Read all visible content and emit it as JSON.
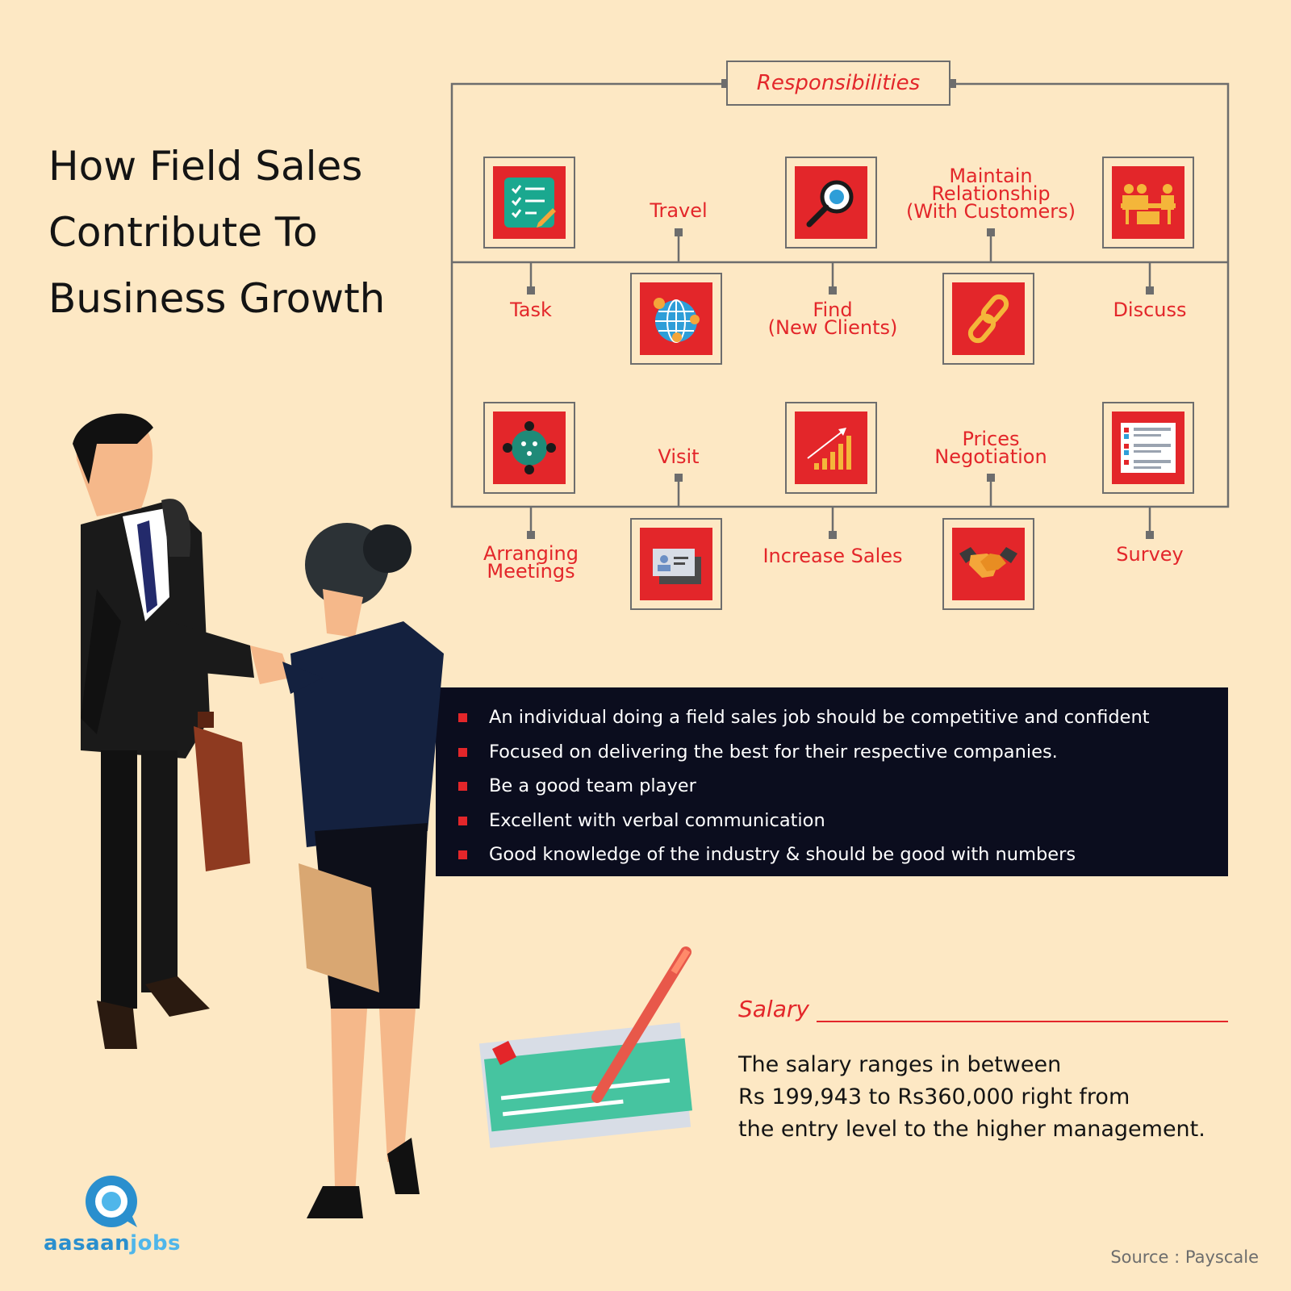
{
  "title": {
    "line1": "How Field Sales",
    "line2": "Contribute To",
    "line3": "Business Growth"
  },
  "diagram": {
    "header": "Responsibilities",
    "items": [
      {
        "label": "Task",
        "icon": "checklist-icon"
      },
      {
        "label": "Travel",
        "icon": "globe-icon"
      },
      {
        "label_line1": "Find",
        "label_line2": "(New Clients)",
        "icon": "magnifier-icon"
      },
      {
        "label_line1": "Maintain",
        "label_line2": "Relationship",
        "label_line3": "(With Customers)",
        "icon": "chain-link-icon"
      },
      {
        "label": "Discuss",
        "icon": "meeting-table-icon"
      },
      {
        "label_line1": "Arranging",
        "label_line2": "Meetings",
        "icon": "team-circle-icon"
      },
      {
        "label": "Visit",
        "icon": "business-card-icon"
      },
      {
        "label": "Increase Sales",
        "icon": "growth-chart-icon"
      },
      {
        "label_line1": "Prices",
        "label_line2": "Negotiation",
        "icon": "handshake-icon"
      },
      {
        "label": "Survey",
        "icon": "survey-list-icon"
      }
    ]
  },
  "traits": [
    "An individual doing a field sales job should be competitive and confident",
    "Focused on delivering the best for their respective companies.",
    "Be a good team player",
    "Excellent with verbal communication",
    "Good knowledge of the industry & should be good with numbers"
  ],
  "salary": {
    "heading": "Salary",
    "line1": "The salary ranges in between",
    "line2": "Rs 199,943 to Rs360,000 right from",
    "line3": "the entry level to the higher management."
  },
  "source": "Source : Payscale",
  "logo": {
    "part1": "aasaan",
    "part2": "jobs"
  },
  "colors": {
    "accent": "#e3262a",
    "background": "#fde8c4",
    "panel": "#0b0d1e",
    "line": "#6d6d6d"
  }
}
